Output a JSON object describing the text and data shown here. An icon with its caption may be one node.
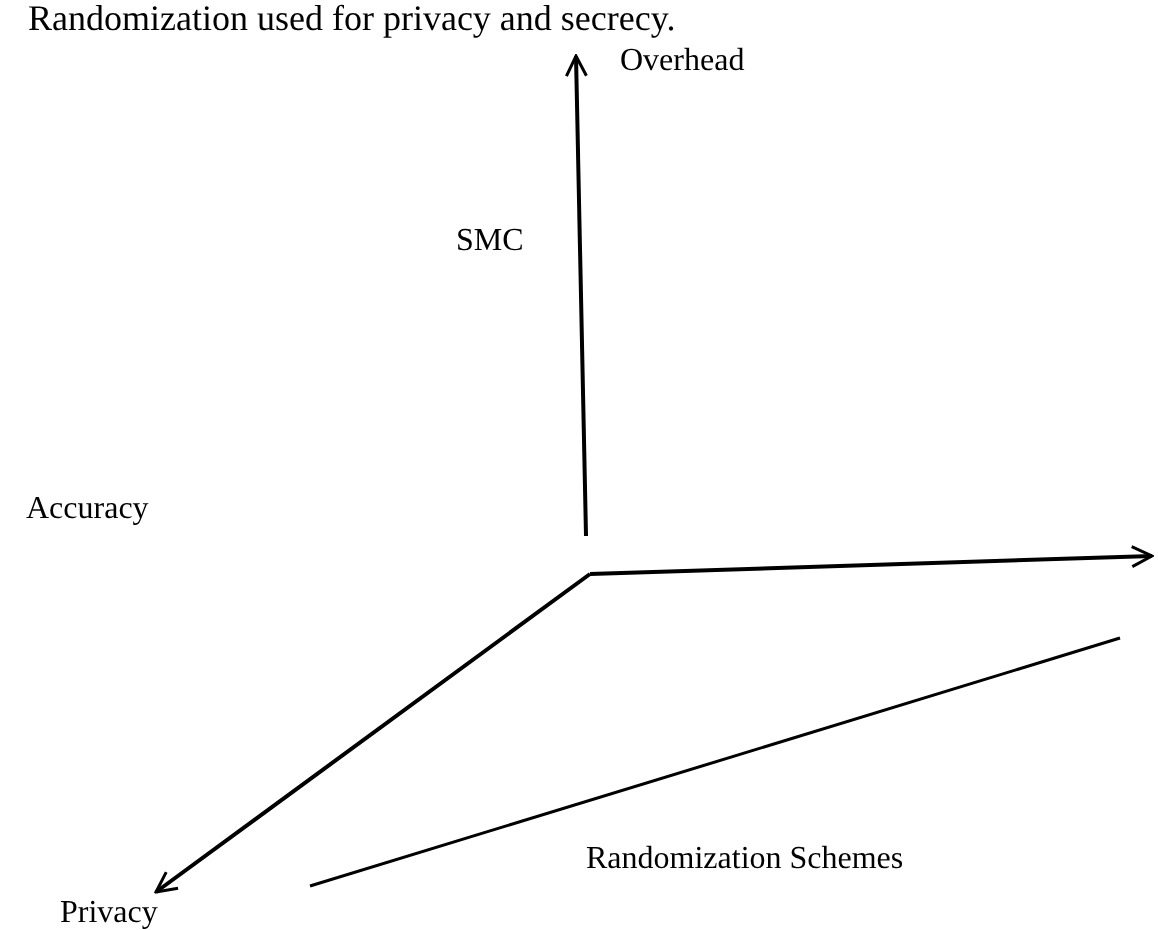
{
  "diagram": {
    "title": "Randomization used for privacy and secrecy.",
    "labels": [
      "Overhead",
      "SMC",
      "Accuracy",
      "Randomization Schemes",
      "Privacy"
    ]
  }
}
